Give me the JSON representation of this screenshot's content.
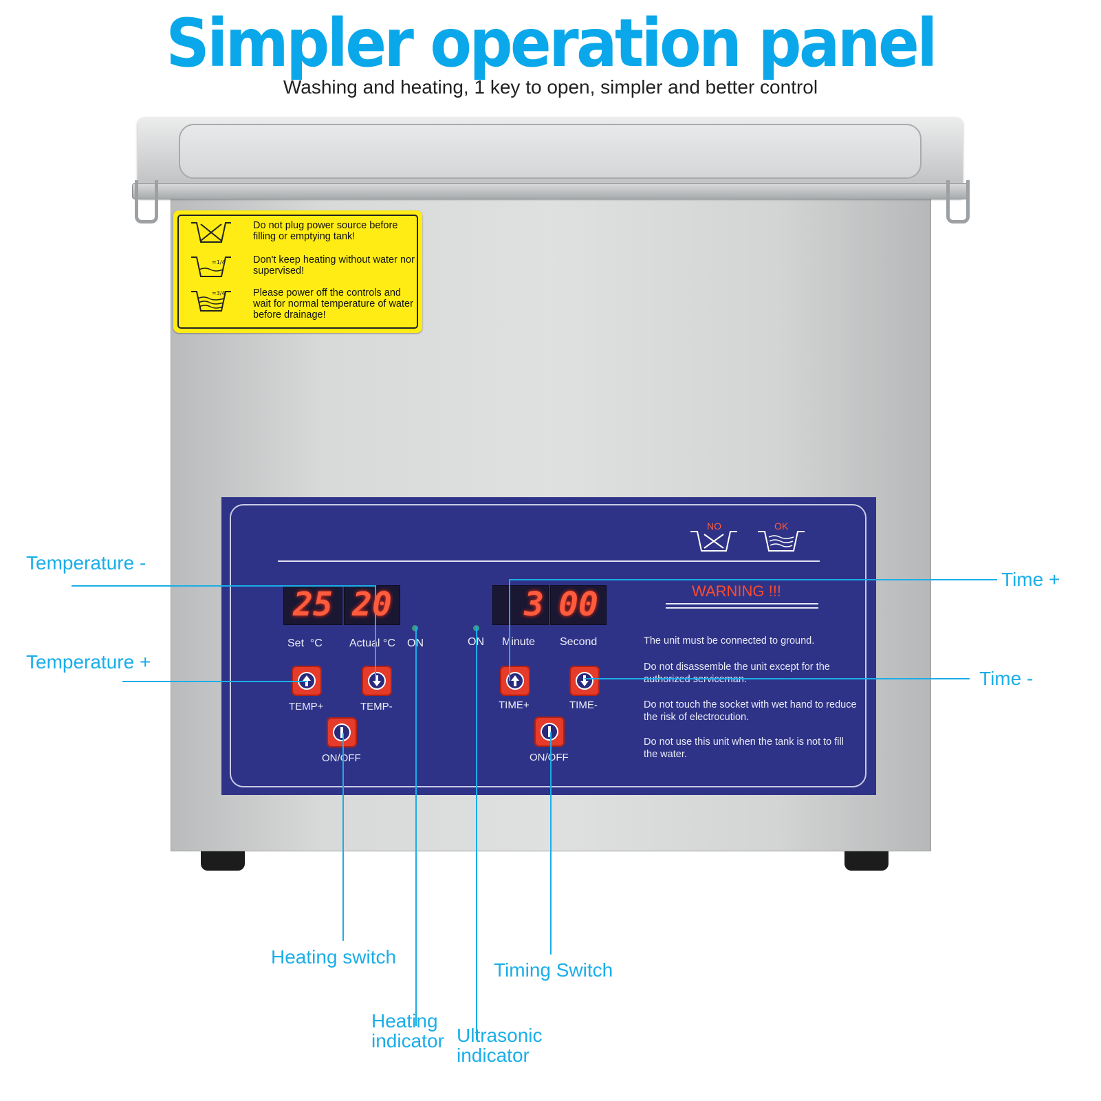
{
  "header": {
    "title": "Simpler operation panel",
    "subtitle": "Washing and heating, 1 key to open, simpler and better control"
  },
  "sticker": {
    "warnings": [
      "Do not plug power source before filling or emptying tank!",
      "Don't keep heating without water nor supervised!",
      "Please power off the controls and wait for normal temperature of water before drainage!"
    ],
    "level_labels": [
      "≈1/4",
      "≈3/4"
    ]
  },
  "panel": {
    "no_label": "NO",
    "ok_label": "OK",
    "temp_display": {
      "set": "25",
      "actual": "20"
    },
    "time_display": {
      "minute": "3",
      "second": "00"
    },
    "labels": {
      "set": "Set",
      "set_unit": "°C",
      "actual": "Actual °C",
      "heat_on": "ON",
      "ultra_on": "ON",
      "minute": "Minute",
      "second": "Second"
    },
    "buttons": {
      "temp_plus": "TEMP+",
      "temp_minus": "TEMP-",
      "heat_onoff": "ON/OFF",
      "time_plus": "TIME+",
      "time_minus": "TIME-",
      "timer_onoff": "ON/OFF"
    },
    "warning": {
      "title": "WARNING !!!",
      "lines": [
        "The unit must be connected to ground.",
        "Do not disassemble the unit except  for the authorized serviceman.",
        "Do not touch the socket with wet hand to reduce the risk of electrocution.",
        "Do not use this unit when the tank is not to fill the water."
      ]
    }
  },
  "callouts": {
    "temperature_minus": "Temperature -",
    "temperature_plus": "Temperature +",
    "time_plus": "Time +",
    "time_minus": "Time -",
    "heating_switch": "Heating switch",
    "timing_switch": "Timing Switch",
    "heating_indicator": [
      "Heating",
      "indicator"
    ],
    "ultrasonic_indicator": [
      "Ultrasonic",
      "indicator"
    ]
  },
  "colors": {
    "accent": "#1aaee8",
    "panel": "#2f3387",
    "display": "#ff5b3d",
    "button": "#e53b2b",
    "sticker": "#ffec14"
  }
}
